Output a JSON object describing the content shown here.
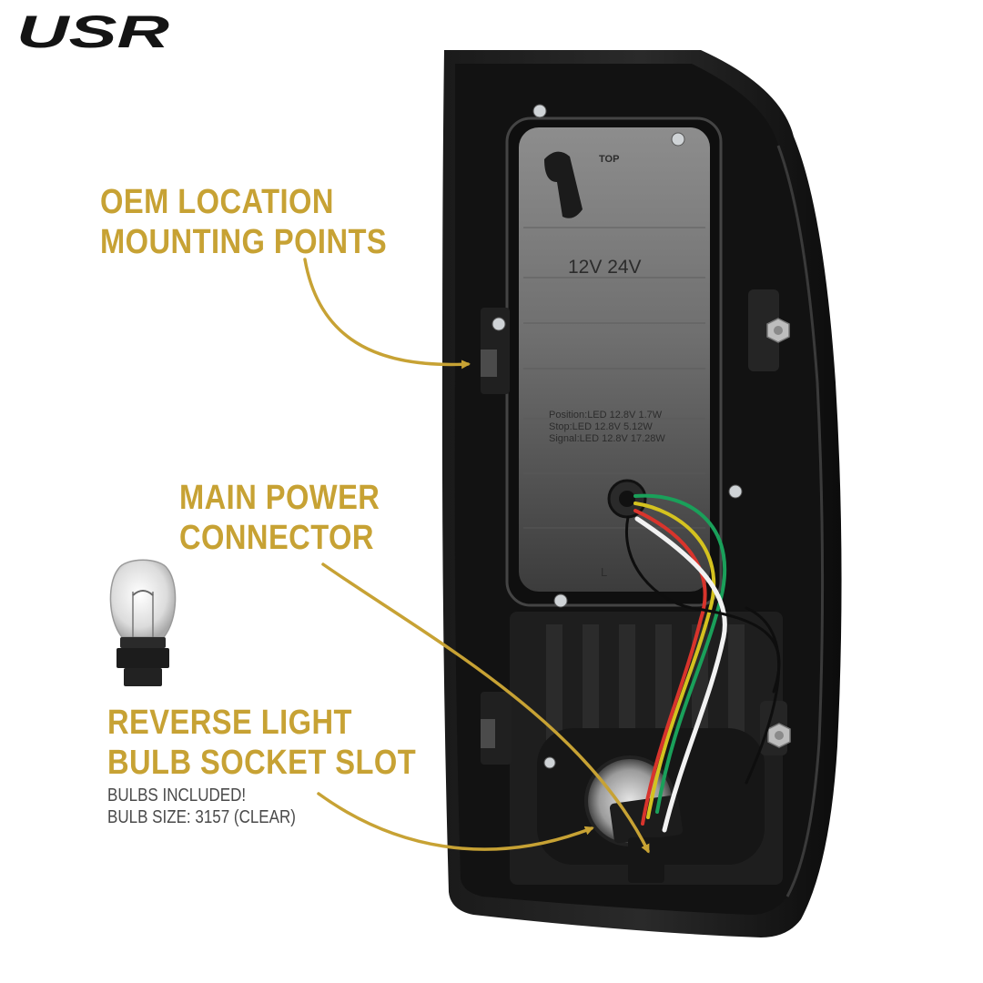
{
  "brand": {
    "logo_text": "USR",
    "colors": {
      "gold": "#c7a234",
      "dark": "#141414"
    }
  },
  "callouts": {
    "oem": {
      "line1": "OEM LOCATION",
      "line2": "MOUNTING POINTS"
    },
    "power": {
      "line1": "MAIN POWER",
      "line2": "CONNECTOR"
    },
    "reverse": {
      "line1": "REVERSE LIGHT",
      "line2": "BULB SOCKET SLOT",
      "note1": "BULBS INCLUDED!",
      "note2": "BULB SIZE: 3157 (CLEAR)"
    }
  },
  "housing_print": {
    "top_mark": "TOP",
    "voltage": "12V 24V",
    "spec1": "Position:LED 12.8V 1.7W",
    "spec2": "Stop:LED 12.8V 5.12W",
    "spec3": "Signal:LED 12.8V 17.28W",
    "side_mark": "L"
  },
  "icons": {
    "arrows": "arrow-icon",
    "screws": "screw-icon",
    "bulb": "bulb-icon"
  }
}
